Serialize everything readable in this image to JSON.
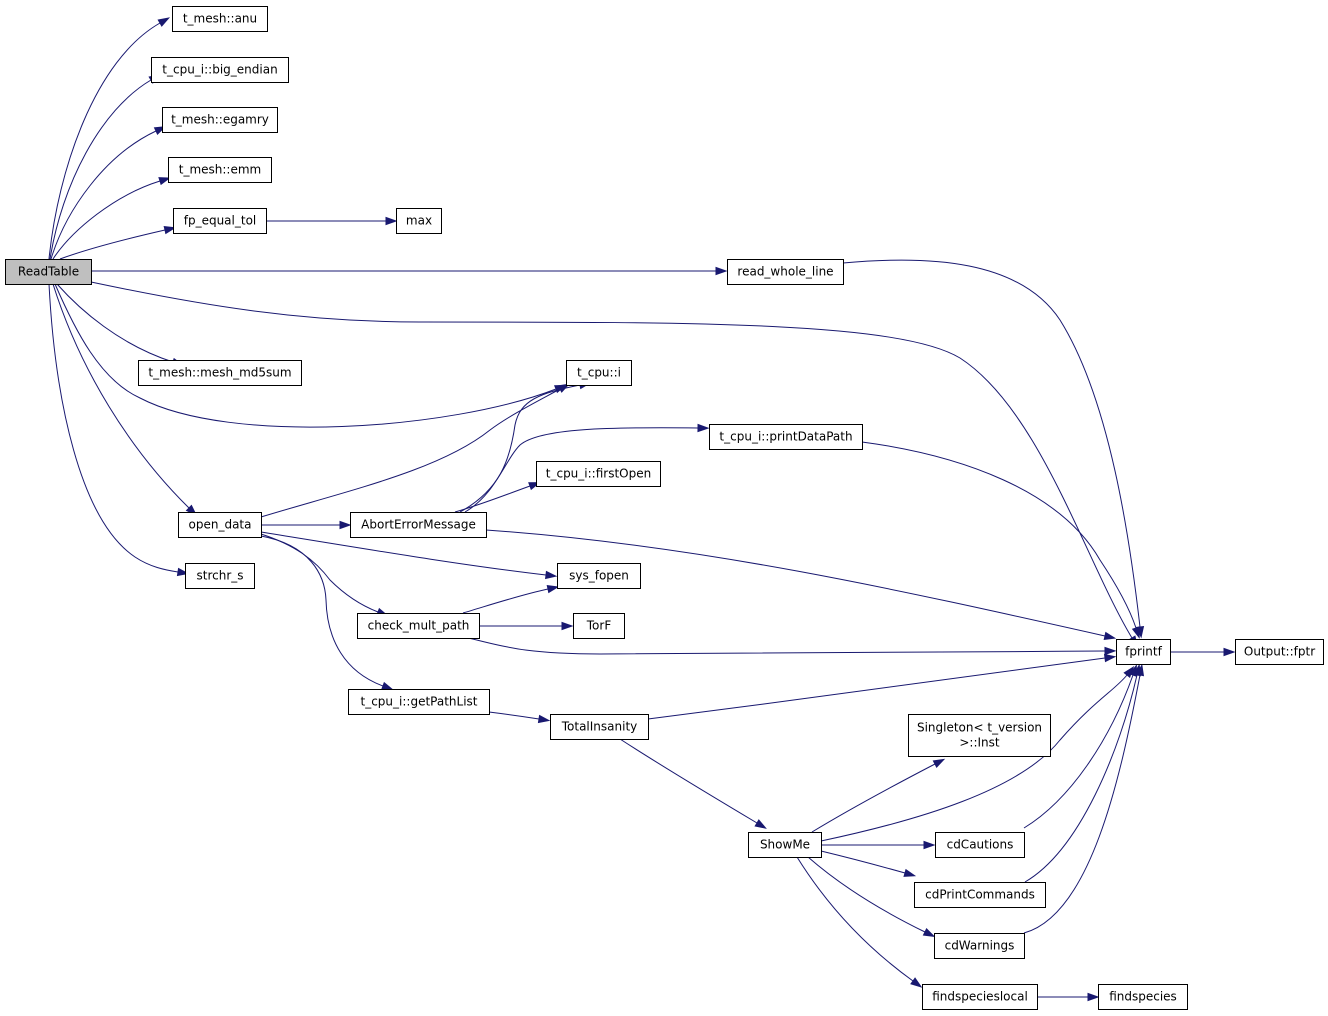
{
  "graph": {
    "nodes": {
      "readtable": {
        "lines": [
          "ReadTable"
        ]
      },
      "anu": {
        "lines": [
          "t_mesh::anu"
        ]
      },
      "big_endian": {
        "lines": [
          "t_cpu_i::big_endian"
        ]
      },
      "egamry": {
        "lines": [
          "t_mesh::egamry"
        ]
      },
      "emm": {
        "lines": [
          "t_mesh::emm"
        ]
      },
      "fp_equal_tol": {
        "lines": [
          "fp_equal_tol"
        ]
      },
      "max": {
        "lines": [
          "max"
        ]
      },
      "read_whole_line": {
        "lines": [
          "read_whole_line"
        ]
      },
      "mesh_md5sum": {
        "lines": [
          "t_mesh::mesh_md5sum"
        ]
      },
      "t_cpu_i": {
        "lines": [
          "t_cpu::i"
        ]
      },
      "printdatapath": {
        "lines": [
          "t_cpu_i::printDataPath"
        ]
      },
      "firstopen": {
        "lines": [
          "t_cpu_i::firstOpen"
        ]
      },
      "open_data": {
        "lines": [
          "open_data"
        ]
      },
      "aborterrormessage": {
        "lines": [
          "AbortErrorMessage"
        ]
      },
      "strchr_s": {
        "lines": [
          "strchr_s"
        ]
      },
      "sys_fopen": {
        "lines": [
          "sys_fopen"
        ]
      },
      "check_mult_path": {
        "lines": [
          "check_mult_path"
        ]
      },
      "torf": {
        "lines": [
          "TorF"
        ]
      },
      "fprintf": {
        "lines": [
          "fprintf"
        ]
      },
      "output_fptr": {
        "lines": [
          "Output::fptr"
        ]
      },
      "getpathlist": {
        "lines": [
          "t_cpu_i::getPathList"
        ]
      },
      "totalinsanity": {
        "lines": [
          "TotalInsanity"
        ]
      },
      "singleton_inst": {
        "lines": [
          "Singleton< t_version",
          ">::Inst"
        ]
      },
      "showme": {
        "lines": [
          "ShowMe"
        ]
      },
      "cdcautions": {
        "lines": [
          "cdCautions"
        ]
      },
      "cdprintcommands": {
        "lines": [
          "cdPrintCommands"
        ]
      },
      "cdwarnings": {
        "lines": [
          "cdWarnings"
        ]
      },
      "findspecieslocal": {
        "lines": [
          "findspecieslocal"
        ]
      },
      "findspecies": {
        "lines": [
          "findspecies"
        ]
      }
    },
    "edges": [
      {
        "from": "readtable",
        "to": "anu"
      },
      {
        "from": "readtable",
        "to": "big_endian"
      },
      {
        "from": "readtable",
        "to": "egamry"
      },
      {
        "from": "readtable",
        "to": "emm"
      },
      {
        "from": "readtable",
        "to": "fp_equal_tol"
      },
      {
        "from": "readtable",
        "to": "read_whole_line"
      },
      {
        "from": "readtable",
        "to": "fprintf"
      },
      {
        "from": "readtable",
        "to": "mesh_md5sum"
      },
      {
        "from": "readtable",
        "to": "t_cpu_i"
      },
      {
        "from": "readtable",
        "to": "open_data"
      },
      {
        "from": "readtable",
        "to": "strchr_s"
      },
      {
        "from": "fp_equal_tol",
        "to": "max"
      },
      {
        "from": "read_whole_line",
        "to": "fprintf"
      },
      {
        "from": "printdatapath",
        "to": "fprintf"
      },
      {
        "from": "open_data",
        "to": "t_cpu_i"
      },
      {
        "from": "open_data",
        "to": "aborterrormessage"
      },
      {
        "from": "open_data",
        "to": "sys_fopen"
      },
      {
        "from": "open_data",
        "to": "check_mult_path"
      },
      {
        "from": "open_data",
        "to": "getpathlist"
      },
      {
        "from": "aborterrormessage",
        "to": "t_cpu_i"
      },
      {
        "from": "aborterrormessage",
        "to": "printdatapath"
      },
      {
        "from": "aborterrormessage",
        "to": "firstopen"
      },
      {
        "from": "aborterrormessage",
        "to": "fprintf"
      },
      {
        "from": "check_mult_path",
        "to": "sys_fopen"
      },
      {
        "from": "check_mult_path",
        "to": "torf"
      },
      {
        "from": "check_mult_path",
        "to": "fprintf"
      },
      {
        "from": "fprintf",
        "to": "output_fptr"
      },
      {
        "from": "getpathlist",
        "to": "totalinsanity"
      },
      {
        "from": "totalinsanity",
        "to": "fprintf"
      },
      {
        "from": "totalinsanity",
        "to": "showme"
      },
      {
        "from": "showme",
        "to": "singleton_inst"
      },
      {
        "from": "showme",
        "to": "fprintf"
      },
      {
        "from": "showme",
        "to": "cdcautions"
      },
      {
        "from": "showme",
        "to": "cdprintcommands"
      },
      {
        "from": "showme",
        "to": "cdwarnings"
      },
      {
        "from": "showme",
        "to": "findspecieslocal"
      },
      {
        "from": "cdcautions",
        "to": "fprintf"
      },
      {
        "from": "cdprintcommands",
        "to": "fprintf"
      },
      {
        "from": "cdwarnings",
        "to": "fprintf"
      },
      {
        "from": "findspecieslocal",
        "to": "findspecies"
      }
    ],
    "colors": {
      "edge": "#191970",
      "root_fill": "#bfbfbf",
      "node_fill": "#ffffff",
      "node_border": "#000000"
    }
  }
}
